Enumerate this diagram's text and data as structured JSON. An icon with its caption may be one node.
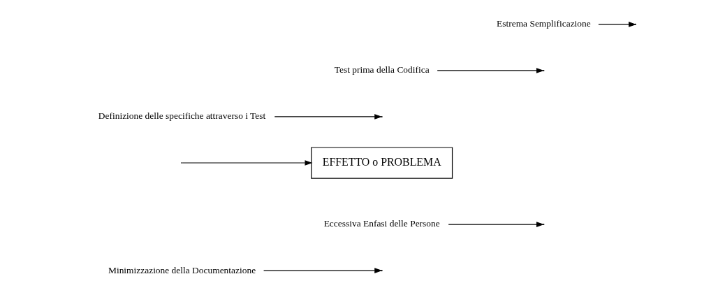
{
  "diagram": {
    "nodes": [
      {
        "text": [
          "Minimizzazione della Documentazione"
        ]
      },
      {
        "text": [
          "Eccessiva Enfasi delle Persone"
        ]
      },
      {
        "text": [
          "EFFETTO o PROBLEMA"
        ]
      },
      {
        "text": [
          "Definizione delle specifiche attraverso i Test"
        ]
      },
      {
        "text": [
          "Test prima della Codifica"
        ]
      },
      {
        "text": [
          "Estrema Semplificazione"
        ]
      }
    ],
    "edges": [
      {
        "from": null,
        "to": 2,
        "arrow": "to"
      },
      {
        "from": 0,
        "to": null,
        "arrow": "to"
      },
      {
        "from": 1,
        "to": null,
        "arrow": "to"
      },
      {
        "from": 3,
        "to": null,
        "arrow": "to"
      },
      {
        "from": 4,
        "to": null,
        "arrow": "to"
      },
      {
        "from": 5,
        "to": null,
        "arrow": "to"
      }
    ]
  }
}
